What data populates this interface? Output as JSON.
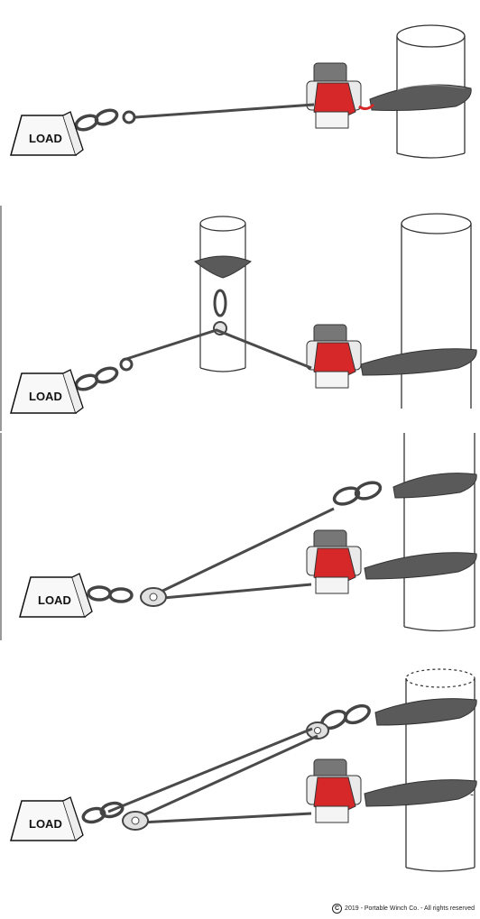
{
  "panels": [
    {
      "id": "p1",
      "load_label": "LOAD"
    },
    {
      "id": "p2",
      "load_label": "LOAD"
    },
    {
      "id": "p3",
      "load_label": "LOAD"
    },
    {
      "id": "p4",
      "load_label": "LOAD"
    }
  ],
  "copyright": {
    "text": "2019 - Portable Winch Co. - All rights reserved",
    "symbol": "C"
  },
  "colors": {
    "winch_red": "#d62828",
    "winch_gray": "#6b6b6b",
    "rope": "#4a4a4a",
    "sling": "#5a5a5a"
  }
}
